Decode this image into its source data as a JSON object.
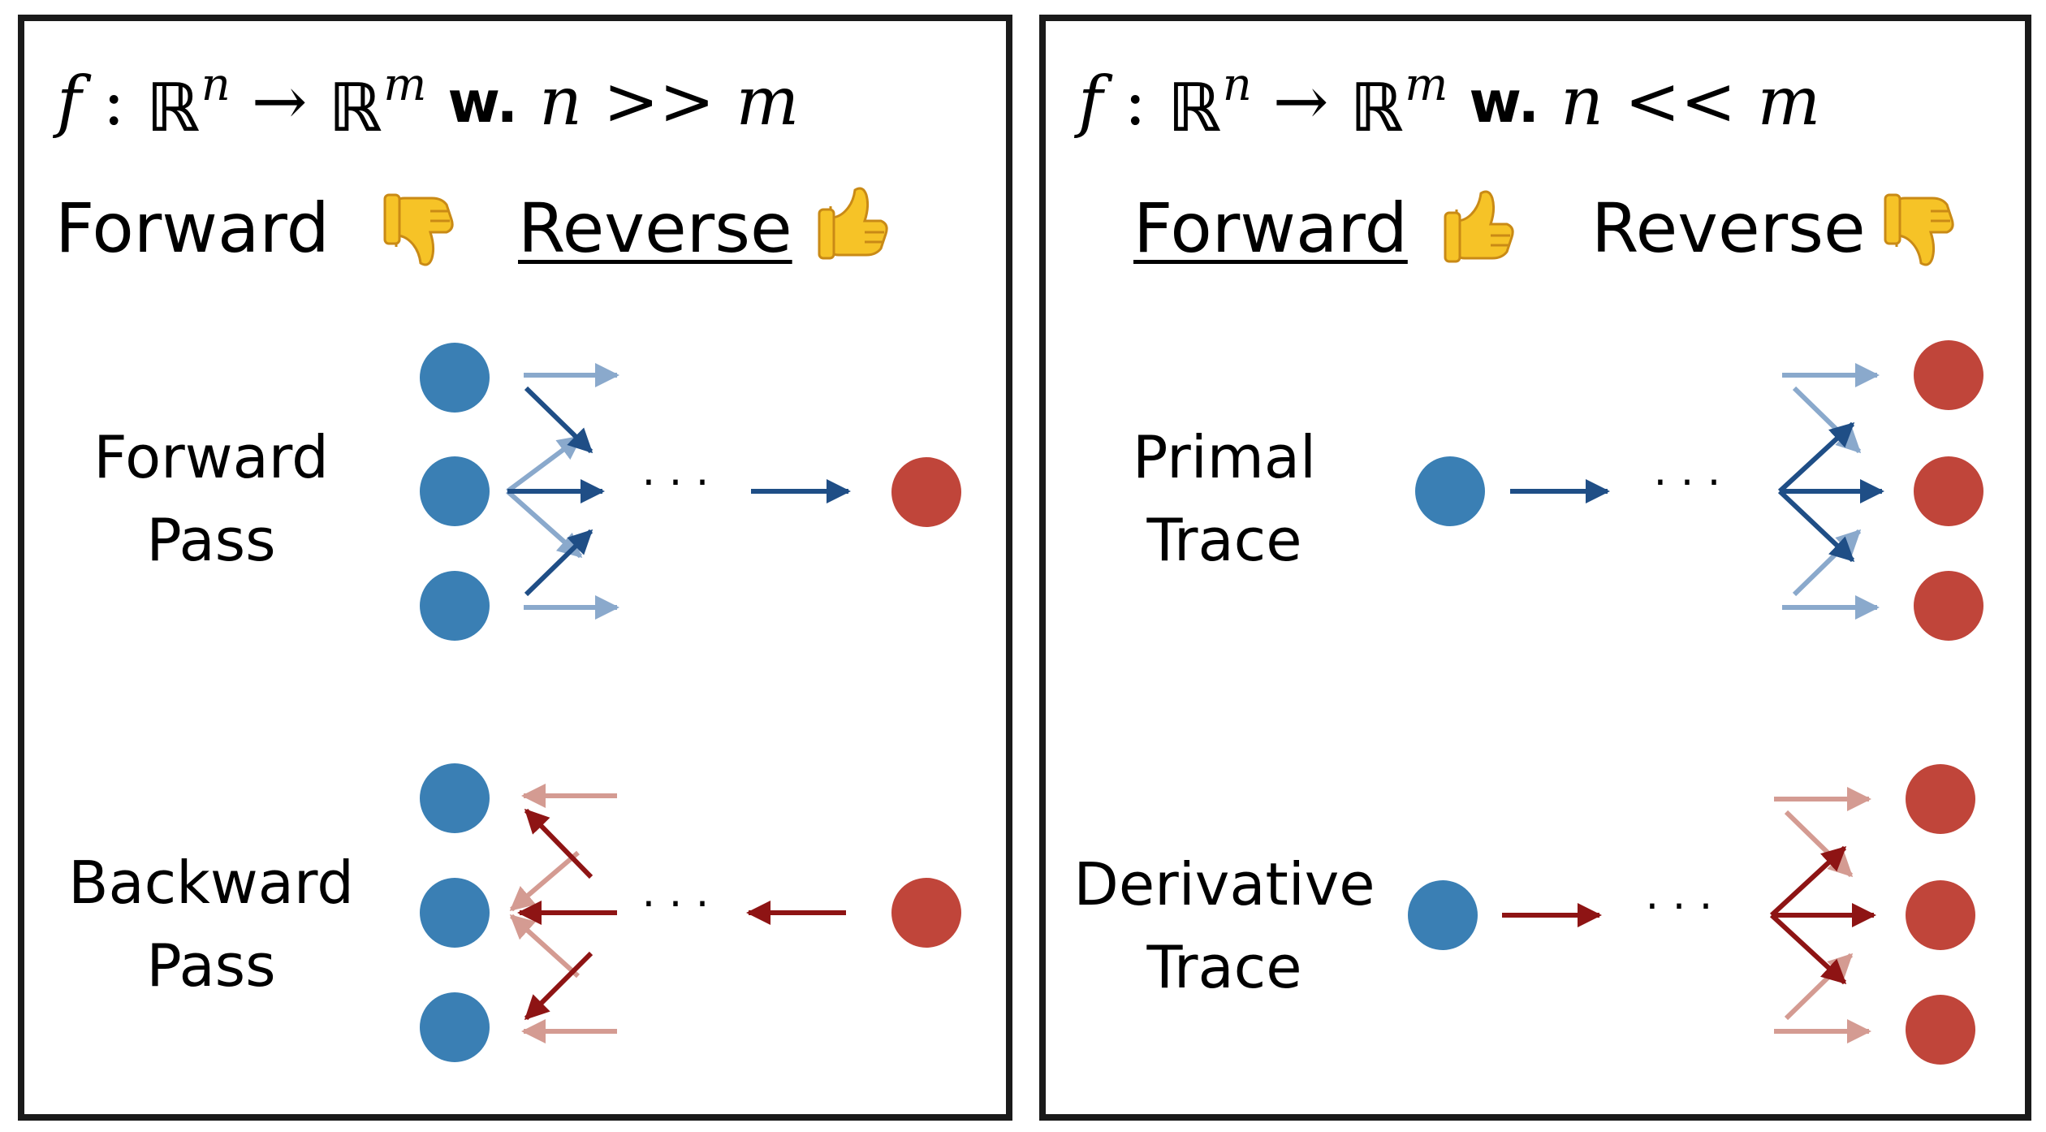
{
  "left_panel": {
    "formula": {
      "f": "f",
      "colon": ":",
      "domain": "ℝ",
      "domain_exp": "n",
      "arrow": "→",
      "codomain": "ℝ",
      "codomain_exp": "m",
      "with": "w.",
      "condition": "n >> m"
    },
    "modes": {
      "forward": "Forward",
      "forward_emoji": "thumbs-down-icon",
      "reverse": "Reverse",
      "reverse_emoji": "thumbs-up-icon",
      "reverse_underlined": true
    },
    "forward_pass_label_line1": "Forward",
    "forward_pass_label_line2": "Pass",
    "backward_pass_label_line1": "Backward",
    "backward_pass_label_line2": "Pass",
    "ellipsis": "· · ·"
  },
  "right_panel": {
    "formula": {
      "f": "f",
      "colon": ":",
      "domain": "ℝ",
      "domain_exp": "n",
      "arrow": "→",
      "codomain": "ℝ",
      "codomain_exp": "m",
      "with": "w.",
      "condition": "n << m"
    },
    "modes": {
      "forward": "Forward",
      "forward_emoji": "thumbs-up-icon",
      "forward_underlined": true,
      "reverse": "Reverse",
      "reverse_emoji": "thumbs-down-icon"
    },
    "primal_trace_label_line1": "Primal",
    "primal_trace_label_line2": "Trace",
    "derivative_trace_label_line1": "Derivative",
    "derivative_trace_label_line2": "Trace",
    "ellipsis": "· · ·"
  },
  "colors": {
    "input_node": "#3a7fb4",
    "output_node": "#c0453a",
    "forward_arrow_dark": "#1f4e86",
    "forward_arrow_light": "#8aa9cc",
    "backward_arrow_dark": "#8e1414",
    "backward_arrow_light": "#d49b92",
    "border": "#1a1a1a",
    "emoji_yellow": "#f6c327"
  }
}
